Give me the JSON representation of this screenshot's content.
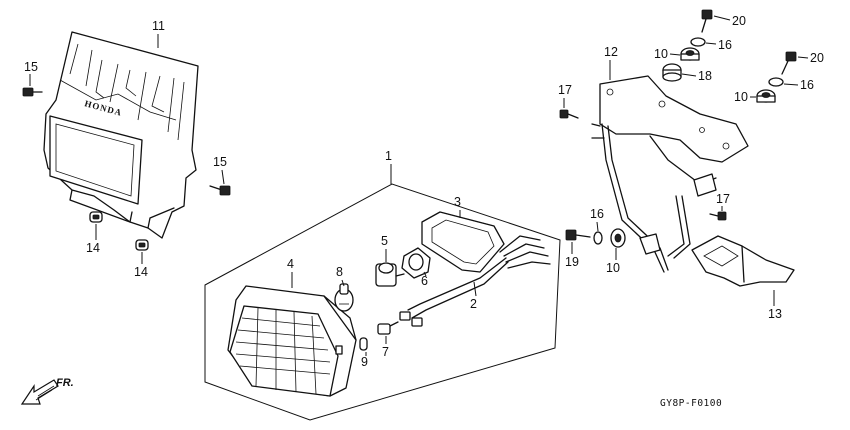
{
  "diagram": {
    "code": "GY8P-F0100",
    "direction_label": "FR.",
    "brand_mark": "HONDA",
    "callouts": {
      "c1": "1",
      "c2": "2",
      "c3": "3",
      "c4": "4",
      "c5": "5",
      "c6": "6",
      "c7": "7",
      "c8": "8",
      "c9": "9",
      "c10a": "10",
      "c10b": "10",
      "c10c": "10",
      "c11": "11",
      "c12": "12",
      "c13": "13",
      "c14a": "14",
      "c14b": "14",
      "c15a": "15",
      "c15b": "15",
      "c16a": "16",
      "c16b": "16",
      "c16c": "16",
      "c17a": "17",
      "c17b": "17",
      "c18": "18",
      "c19": "19",
      "c20a": "20",
      "c20b": "20"
    }
  }
}
